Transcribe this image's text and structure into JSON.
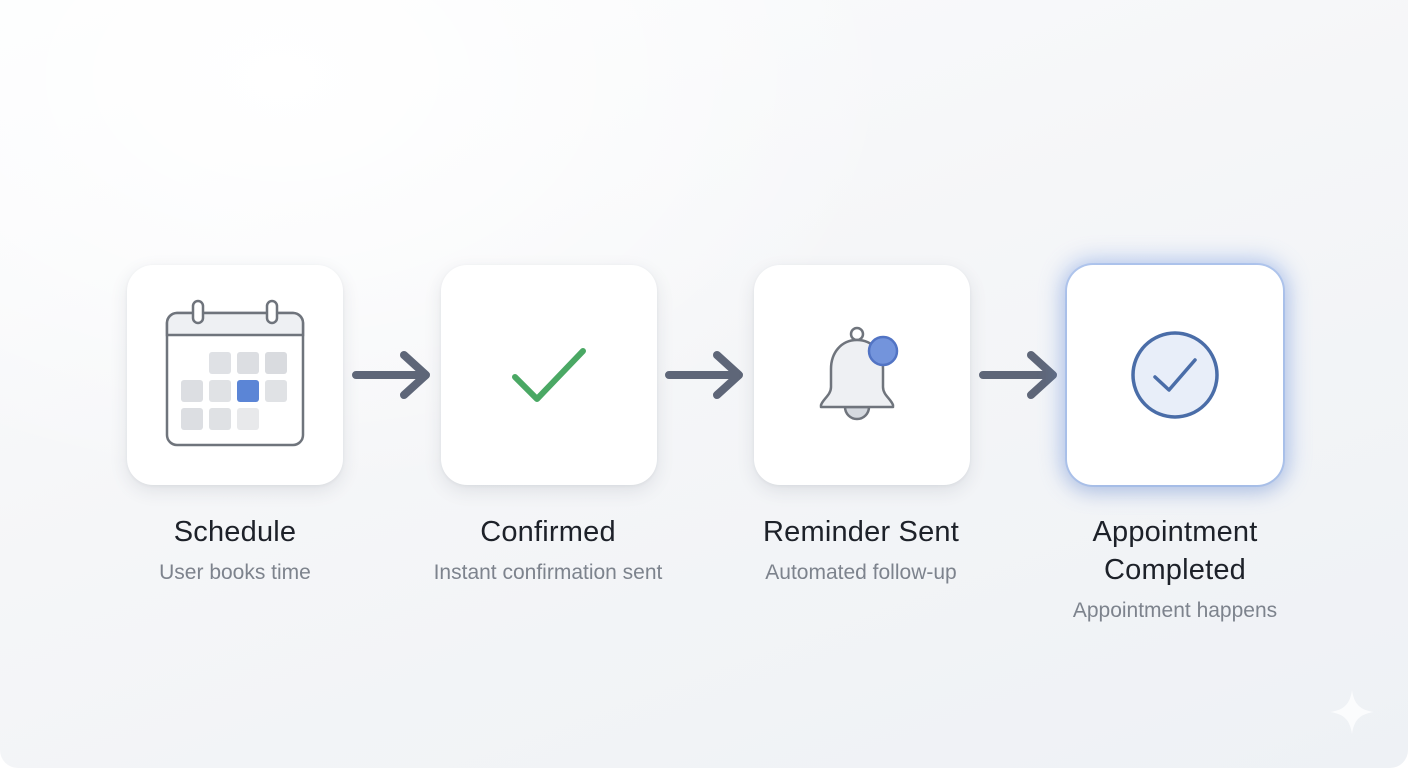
{
  "diagram": {
    "type": "process-flow",
    "direction": "left-to-right",
    "steps": [
      {
        "title": "Schedule",
        "subtitle": "User books time",
        "icon": "calendar-icon",
        "highlighted": false
      },
      {
        "title": "Confirmed",
        "subtitle": "Instant confirmation sent",
        "icon": "checkmark-icon",
        "highlighted": false
      },
      {
        "title": "Reminder Sent",
        "subtitle": "Automated follow-up",
        "icon": "bell-notification-icon",
        "highlighted": false
      },
      {
        "title_line1": "Appointment",
        "title_line2": "Completed",
        "title": "Appointment Completed",
        "subtitle": "Appointment happens",
        "icon": "circle-check-icon",
        "highlighted": true
      }
    ],
    "connectors": [
      {
        "from": 0,
        "to": 1,
        "icon": "arrow-right-icon"
      },
      {
        "from": 1,
        "to": 2,
        "icon": "arrow-right-icon"
      },
      {
        "from": 2,
        "to": 3,
        "icon": "arrow-right-icon"
      }
    ],
    "watermark_icon": "sparkle-icon"
  },
  "colors": {
    "background": "#f3f5f8",
    "card": "#ffffff",
    "arrow": "#5e6678",
    "calendar_outline": "#6f747c",
    "calendar_header": "#eef0f3",
    "calendar_cell": "#dcdee2",
    "calendar_selected": "#5b85d6",
    "check_green": "#4aa864",
    "bell_outline": "#6f747c",
    "bell_fill": "#eef0f3",
    "bell_badge": "#7394dc",
    "completed_blue": "#4a6da8",
    "completed_fill": "#e8eef9",
    "highlight_glow": "#7aa0e6",
    "title_text": "#1d2129",
    "subtitle_text": "#7d838d"
  }
}
